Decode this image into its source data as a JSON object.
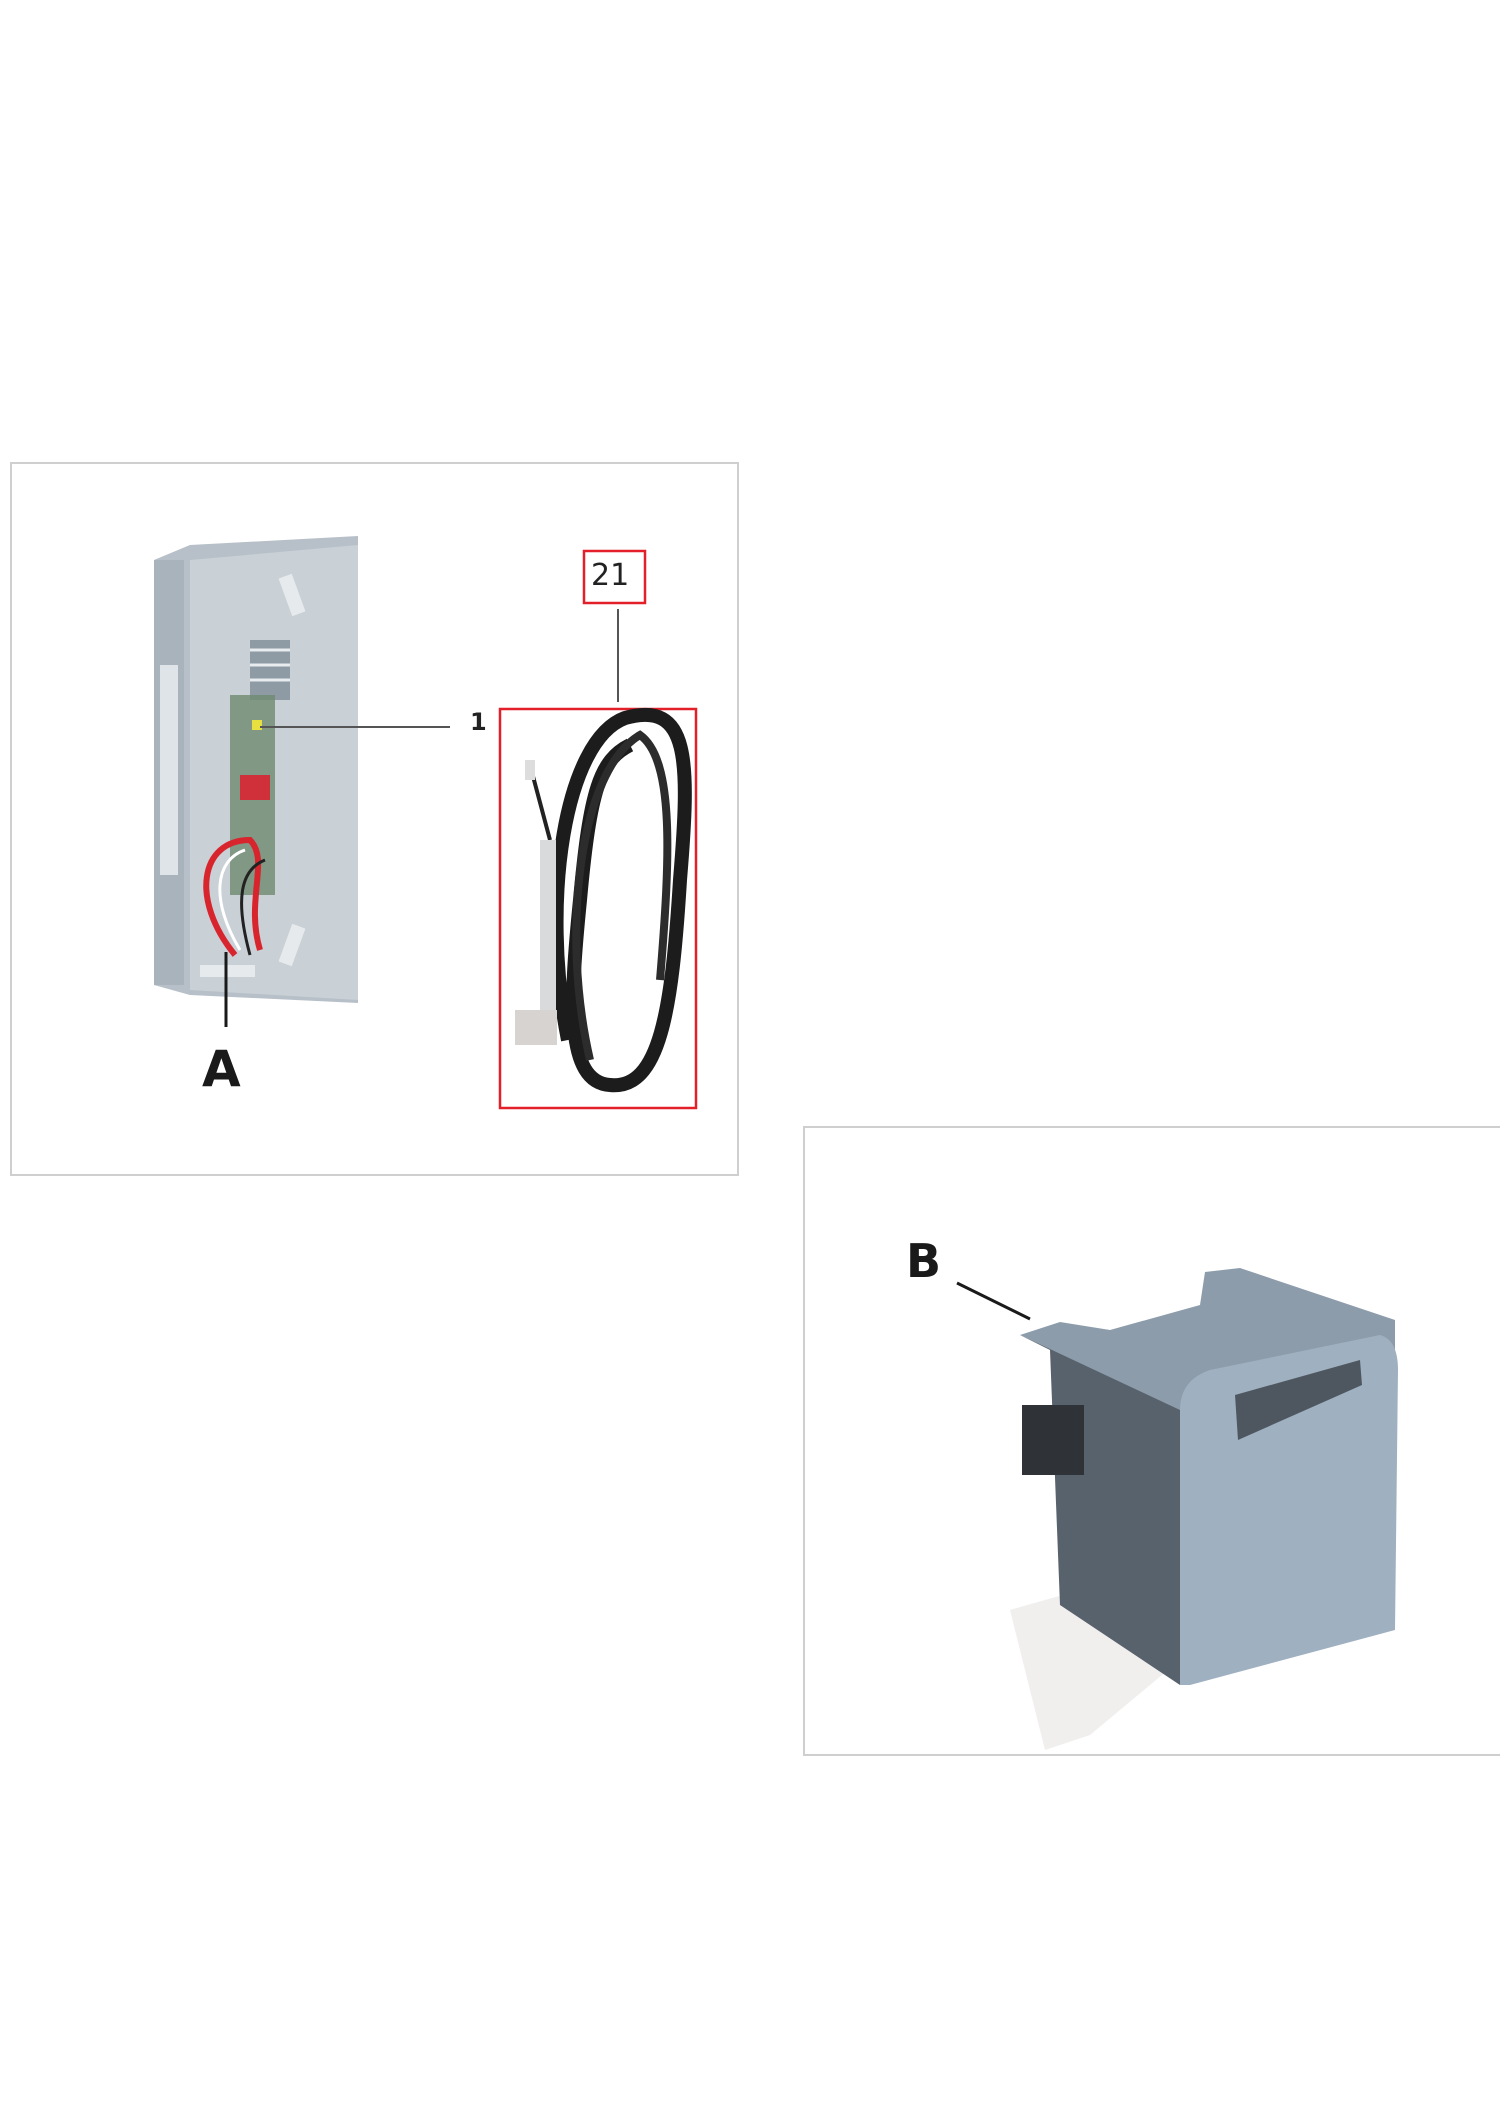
{
  "figure_a": {
    "callout_label": "A",
    "part_number_1": "1",
    "part_number_21": "21"
  },
  "figure_b": {
    "callout_label": "B"
  },
  "colors": {
    "highlight_red": "#e3202a",
    "panel_border": "#cfcfcf",
    "housing_grey": "#9aa8b4",
    "cable_black": "#1c1c1c"
  }
}
